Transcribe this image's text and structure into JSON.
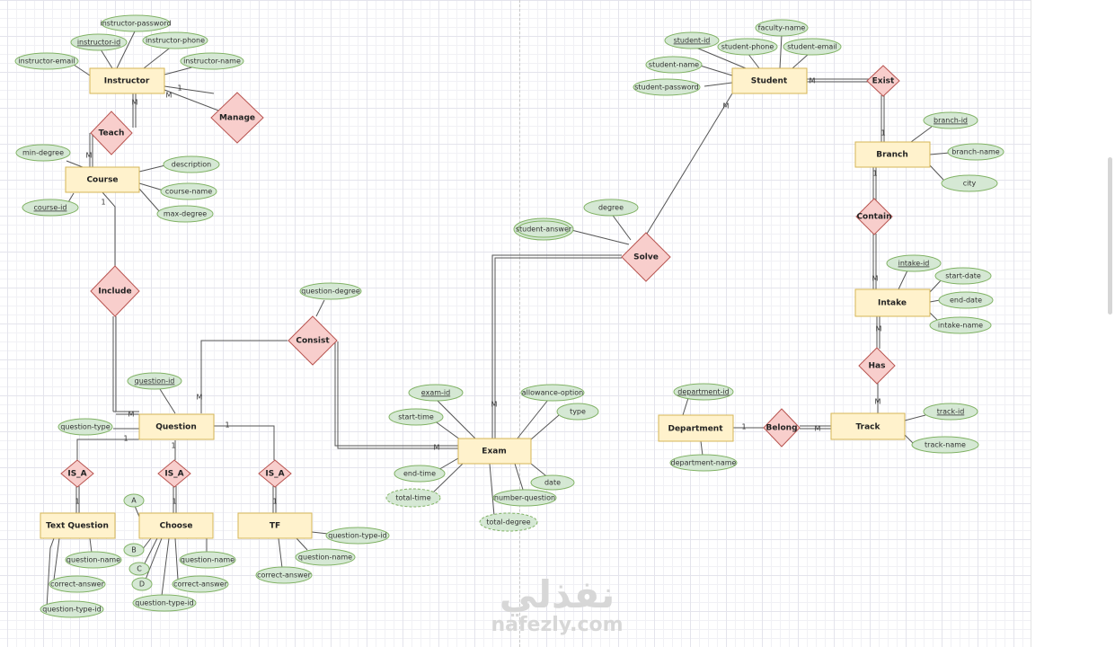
{
  "entities": {
    "instructor": "Instructor",
    "course": "Course",
    "question": "Question",
    "text_question": "Text Question",
    "choose": "Choose",
    "tf": "TF",
    "exam": "Exam",
    "student": "Student",
    "branch": "Branch",
    "intake": "Intake",
    "track": "Track",
    "department": "Department"
  },
  "relationships": {
    "teach": "Teach",
    "manage": "Manage",
    "include": "Include",
    "consist": "Consist",
    "is_a_1": "IS_A",
    "is_a_2": "IS_A",
    "is_a_3": "IS_A",
    "solve": "Solve",
    "exist": "Exist",
    "contain": "Contain",
    "has": "Has",
    "belong": "Belong"
  },
  "attributes": {
    "instructor_password": "instructor-password",
    "instructor_id": "instructor-id",
    "instructor_phone": "instructor-phone",
    "instructor_email": "instructor-email",
    "instructor_name": "instructor-name",
    "min_degree": "min-degree",
    "description": "description",
    "course_name": "course-name",
    "course_id": "course-id",
    "max_degree": "max-degree",
    "question_degree": "question-degree",
    "question_id": "question-id",
    "question_type": "question-type",
    "a": "A",
    "b": "B",
    "c": "C",
    "d": "D",
    "tq_question_name": "question-name",
    "tq_correct_answer": "correct-answer",
    "tq_question_type_id": "question-type-id",
    "ch_question_name": "question-name",
    "ch_correct_answer": "correct-answer",
    "ch_question_type_id": "question-type-id",
    "tf_question_type_id": "question-type-id",
    "tf_question_name": "question-name",
    "tf_correct_answer": "correct-answer",
    "exam_id": "exam-id",
    "allowance_option": "allowance-option",
    "start_time": "start-time",
    "type": "type",
    "end_time": "end-time",
    "date": "date",
    "total_time": "total-time",
    "number_question": "number-question",
    "total_degree": "total-degree",
    "degree": "degree",
    "student_answer": "student-answer",
    "student_id": "student-id",
    "faculty_name": "faculty-name",
    "student_phone": "student-phone",
    "student_email": "student-email",
    "student_name": "student-name",
    "student_password": "student-password",
    "branch_id": "branch-id",
    "branch_name": "branch-name",
    "city": "city",
    "intake_id": "intake-id",
    "start_date": "start-date",
    "end_date": "end-date",
    "intake_name": "intake-name",
    "department_id": "department-id",
    "department_name": "department-name",
    "track_id": "track-id",
    "track_name": "track-name"
  },
  "cardinalities": {
    "one": "1",
    "many": "M"
  },
  "watermark": {
    "arabic": "نفذلي",
    "latin": "nafezly.com"
  },
  "colors": {
    "entity_fill": "#fff2cc",
    "entity_stroke": "#d6b656",
    "relationship_fill": "#f8cecc",
    "relationship_stroke": "#b85450",
    "attribute_fill": "#d5e8d4",
    "attribute_stroke": "#82b366"
  }
}
